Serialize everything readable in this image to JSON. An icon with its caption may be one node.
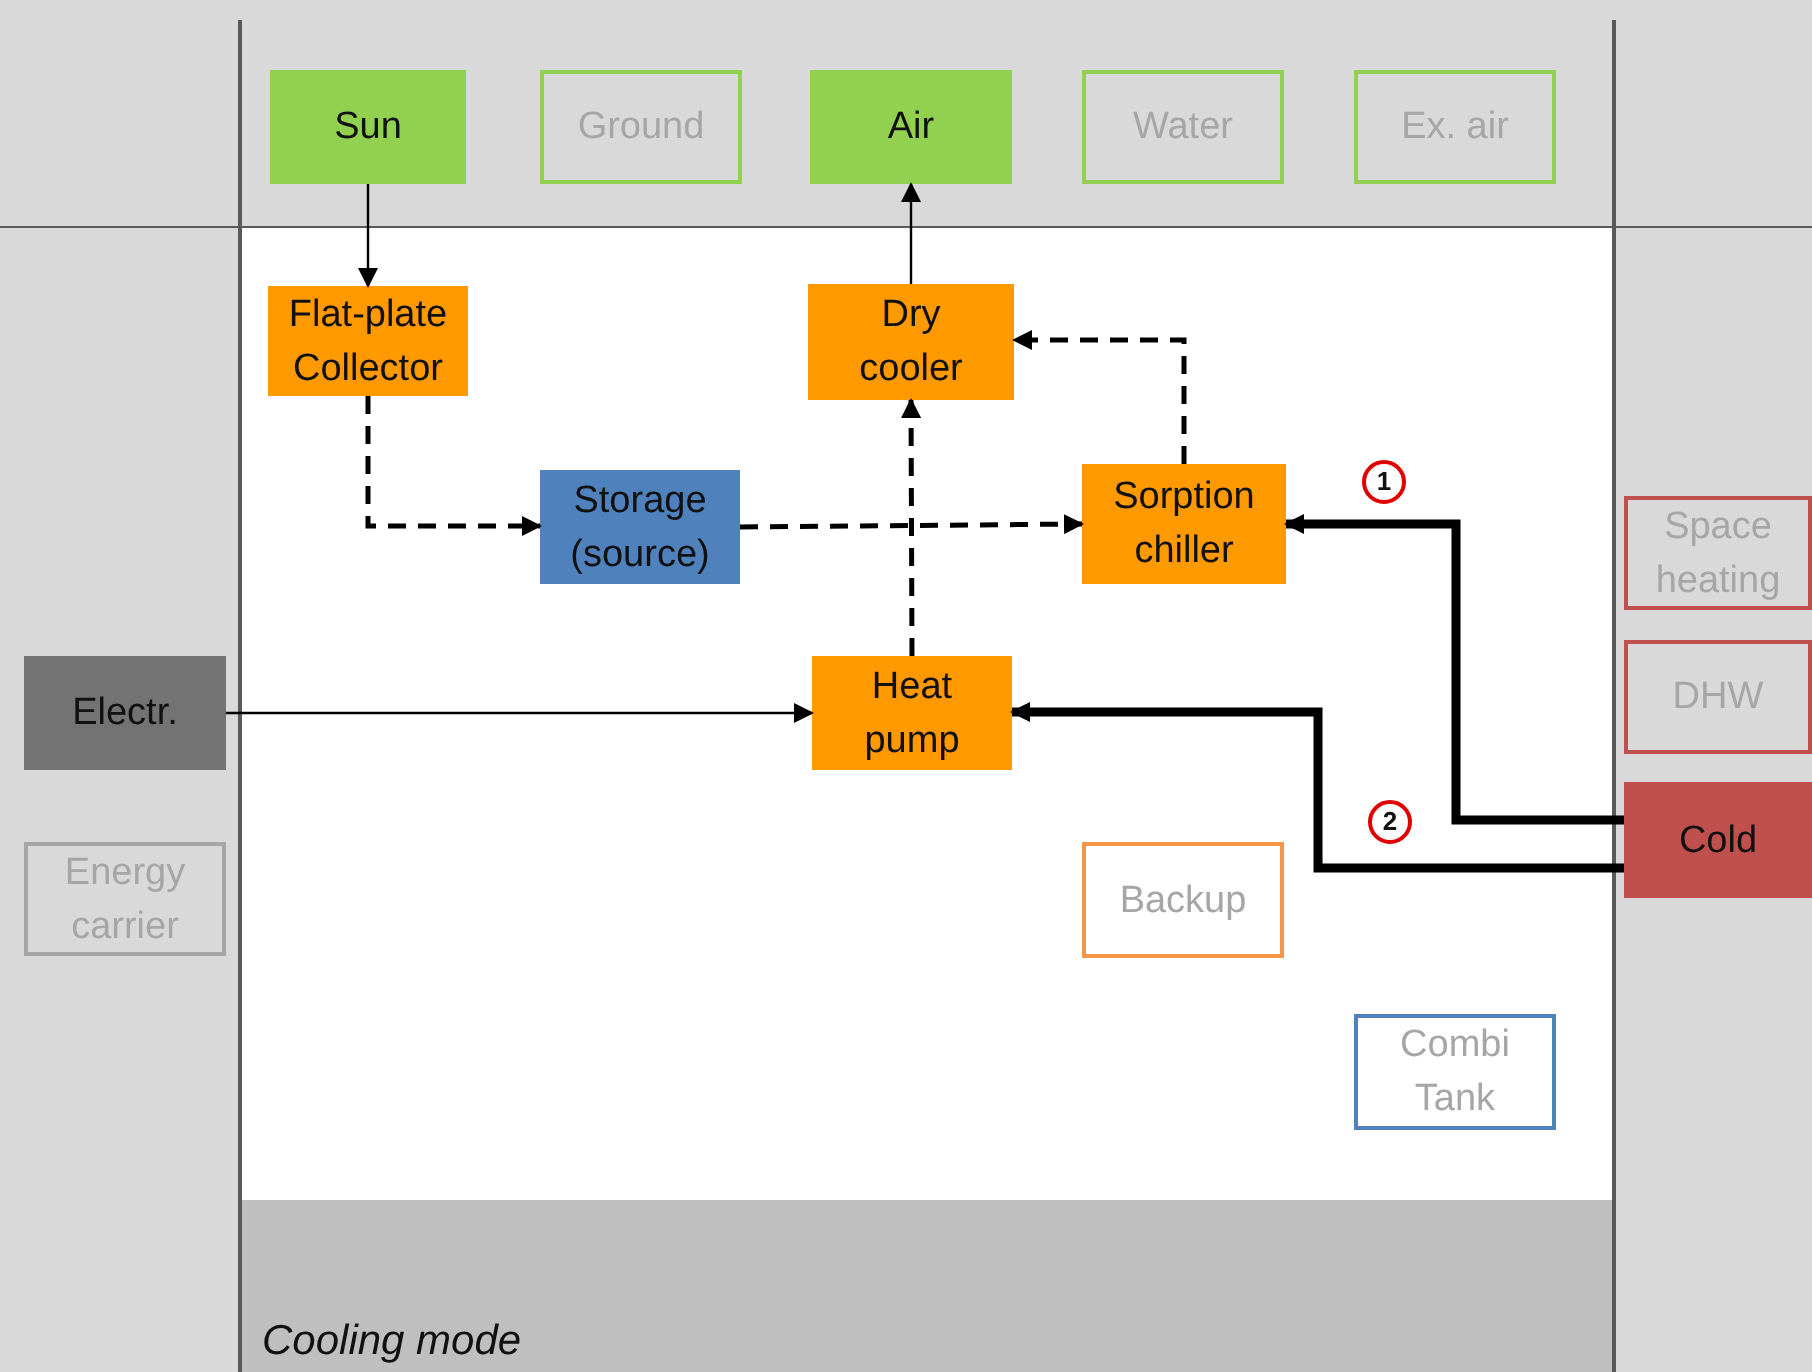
{
  "diagram": {
    "nodes": [
      {
        "text": [
          "Sun"
        ]
      },
      {
        "text": [
          "Ground"
        ]
      },
      {
        "text": [
          "Air"
        ]
      },
      {
        "text": [
          "Water"
        ]
      },
      {
        "text": [
          "Ex. air"
        ]
      },
      {
        "text": [
          "Flat-plate Collector"
        ]
      },
      {
        "text": [
          "Storage (source)"
        ]
      },
      {
        "text": [
          "Dry cooler"
        ]
      },
      {
        "text": [
          "Sorption chiller"
        ]
      },
      {
        "text": [
          "Heat pump"
        ]
      },
      {
        "text": [
          "Electr."
        ]
      },
      {
        "text": [
          "Energy carrier"
        ]
      },
      {
        "text": [
          "Space heating"
        ]
      },
      {
        "text": [
          "DHW"
        ]
      },
      {
        "text": [
          "Cold"
        ]
      },
      {
        "text": [
          "Backup"
        ]
      },
      {
        "text": [
          "Combi Tank"
        ]
      },
      {
        "text": [
          "Cooling mode"
        ]
      }
    ],
    "edges": [
      {
        "from": 0,
        "to": 5,
        "arrow": "to"
      },
      {
        "from": 7,
        "to": 2,
        "arrow": "to"
      },
      {
        "from": 5,
        "to": 6,
        "arrow": "to",
        "style": "dashed"
      },
      {
        "from": 6,
        "to": 8,
        "arrow": "to",
        "style": "dashed"
      },
      {
        "from": 8,
        "to": 7,
        "arrow": "to",
        "style": "dashed"
      },
      {
        "from": 9,
        "to": 7,
        "arrow": "to",
        "style": "dashed"
      },
      {
        "from": 10,
        "to": 9,
        "arrow": "to"
      },
      {
        "from": 14,
        "to": 8,
        "arrow": "to",
        "style": "thick"
      },
      {
        "from": 14,
        "to": 9,
        "arrow": "to",
        "style": "thick"
      }
    ],
    "labels": [
      "1",
      "2"
    ]
  }
}
